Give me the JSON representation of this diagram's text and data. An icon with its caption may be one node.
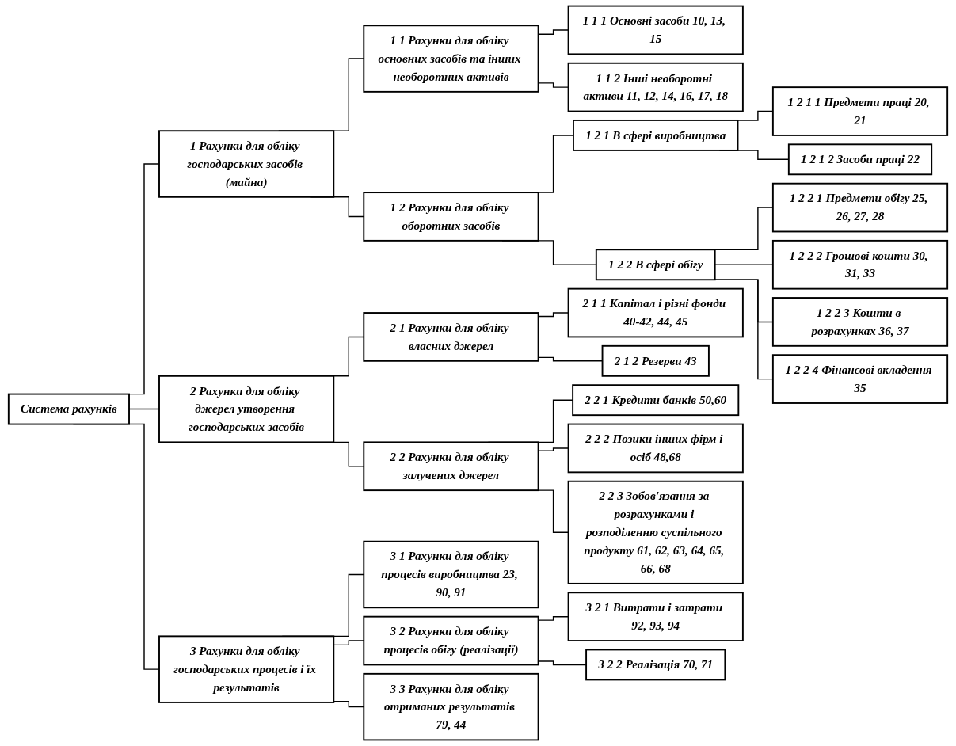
{
  "diagram": {
    "nodes": [
      {
        "text": [
          "Система рахунків"
        ]
      },
      {
        "text": [
          "1 Рахунки для обліку господарських засобів (майна)"
        ]
      },
      {
        "text": [
          "1 1 Рахунки для обліку основних засобів та інших необоротних активів"
        ]
      },
      {
        "text": [
          "1 1 1 Основні засоби 10, 13, 15"
        ]
      },
      {
        "text": [
          "1 1 2 Інші необоротні активи 11, 12, 14, 16, 17, 18"
        ]
      },
      {
        "text": [
          "1 2 Рахунки для обліку оборотних засобів"
        ]
      },
      {
        "text": [
          "1 2 1 В сфері виробництва"
        ]
      },
      {
        "text": [
          "1 2 1 1 Предмети праці 20, 21"
        ]
      },
      {
        "text": [
          "1 2 1 2 Засоби праці 22"
        ]
      },
      {
        "text": [
          "1 2 2 В сфері обігу"
        ]
      },
      {
        "text": [
          "1 2 2 1 Предмети обігу 25, 26, 27, 28"
        ]
      },
      {
        "text": [
          "1 2 2 2 Грошові кошти 30, 31, 33"
        ]
      },
      {
        "text": [
          "1 2 2 3 Кошти в розрахунках 36, 37"
        ]
      },
      {
        "text": [
          "1 2 2 4 Фінансові вкладення 35"
        ]
      },
      {
        "text": [
          "2 Рахунки для обліку джерел утворення господарських засобів"
        ]
      },
      {
        "text": [
          "2 1 Рахунки для обліку власних джерел"
        ]
      },
      {
        "text": [
          "2 1 1 Капітал і різні фонди 40-42, 44, 45"
        ]
      },
      {
        "text": [
          "2 1 2 Резерви 43"
        ]
      },
      {
        "text": [
          "2 2 Рахунки для обліку залучених джерел"
        ]
      },
      {
        "text": [
          "2 2 1 Кредити банків 50,60"
        ]
      },
      {
        "text": [
          "2 2 2 Позики інших фірм і осіб 48,68"
        ]
      },
      {
        "text": [
          "2 2 3 Зобов'язання за розрахунками і розподіленню суспільного продукту 61, 62, 63, 64, 65, 66, 68"
        ]
      },
      {
        "text": [
          "3 Рахунки для обліку господарських процесів і їх результатів"
        ]
      },
      {
        "text": [
          "3 1 Рахунки для обліку процесів виробництва 23, 90, 91"
        ]
      },
      {
        "text": [
          "3 2 Рахунки для обліку процесів обігу (реалізації)"
        ]
      },
      {
        "text": [
          "3 2 1 Витрати і затрати 92, 93, 94"
        ]
      },
      {
        "text": [
          "3 2 2 Реалізація 70, 71"
        ]
      },
      {
        "text": [
          "3 3 Рахунки для обліку отриманих результатів 79, 44"
        ]
      }
    ],
    "edges": [
      {
        "from": 0,
        "to": 1,
        "arrow": "none"
      },
      {
        "from": 1,
        "to": 2,
        "arrow": "none"
      },
      {
        "from": 2,
        "to": 3,
        "arrow": "none"
      },
      {
        "from": 2,
        "to": 4,
        "arrow": "none"
      },
      {
        "from": 1,
        "to": 5,
        "arrow": "none"
      },
      {
        "from": 5,
        "to": 6,
        "arrow": "none"
      },
      {
        "from": 6,
        "to": 7,
        "arrow": "none"
      },
      {
        "from": 6,
        "to": 8,
        "arrow": "none"
      },
      {
        "from": 5,
        "to": 9,
        "arrow": "none"
      },
      {
        "from": 9,
        "to": 10,
        "arrow": "none"
      },
      {
        "from": 9,
        "to": 11,
        "arrow": "none"
      },
      {
        "from": 9,
        "to": 12,
        "arrow": "none"
      },
      {
        "from": 9,
        "to": 13,
        "arrow": "none"
      },
      {
        "from": 0,
        "to": 14,
        "arrow": "none"
      },
      {
        "from": 14,
        "to": 15,
        "arrow": "none"
      },
      {
        "from": 15,
        "to": 16,
        "arrow": "none"
      },
      {
        "from": 15,
        "to": 17,
        "arrow": "none"
      },
      {
        "from": 14,
        "to": 18,
        "arrow": "none"
      },
      {
        "from": 18,
        "to": 19,
        "arrow": "none"
      },
      {
        "from": 18,
        "to": 20,
        "arrow": "none"
      },
      {
        "from": 18,
        "to": 21,
        "arrow": "none"
      },
      {
        "from": 0,
        "to": 22,
        "arrow": "none"
      },
      {
        "from": 22,
        "to": 23,
        "arrow": "none"
      },
      {
        "from": 22,
        "to": 24,
        "arrow": "none"
      },
      {
        "from": 24,
        "to": 25,
        "arrow": "none"
      },
      {
        "from": 24,
        "to": 26,
        "arrow": "none"
      },
      {
        "from": 22,
        "to": 27,
        "arrow": "none"
      }
    ]
  }
}
